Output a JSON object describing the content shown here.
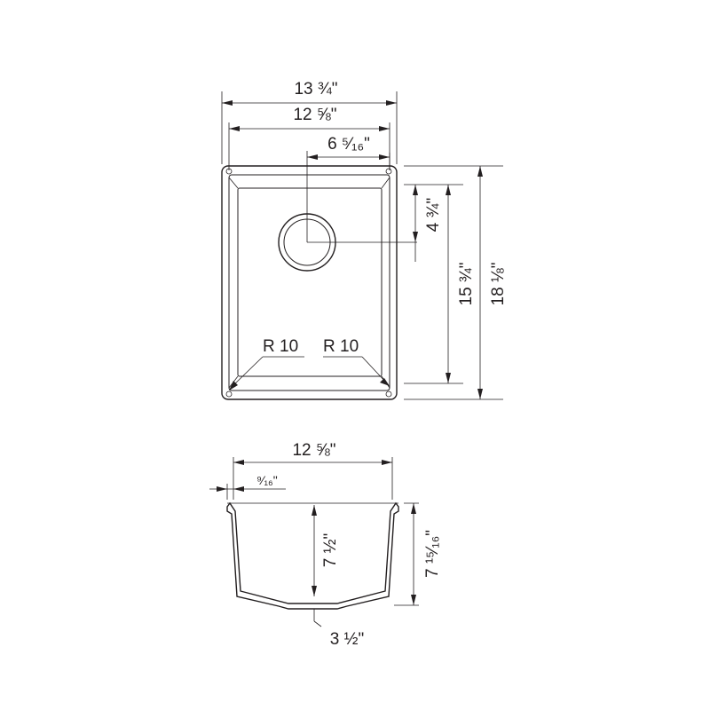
{
  "top_view": {
    "overall_width": "13 ¾\"",
    "inner_width": "12 ⅝\"",
    "drain_offset_x": "6 ⁵⁄₁₆\"",
    "drain_offset_y": "4 ¾\"",
    "inner_length": "15 ¾\"",
    "overall_length": "18 ⅛\"",
    "radius_left": "R 10",
    "radius_right": "R 10"
  },
  "side_view": {
    "inner_width": "12 ⅝\"",
    "flange_thickness": "⁹⁄₁₆\"",
    "inner_depth": "7 ½\"",
    "overall_depth": "7 ¹⁵⁄₁₆\"",
    "drain_width": "3 ½\""
  }
}
